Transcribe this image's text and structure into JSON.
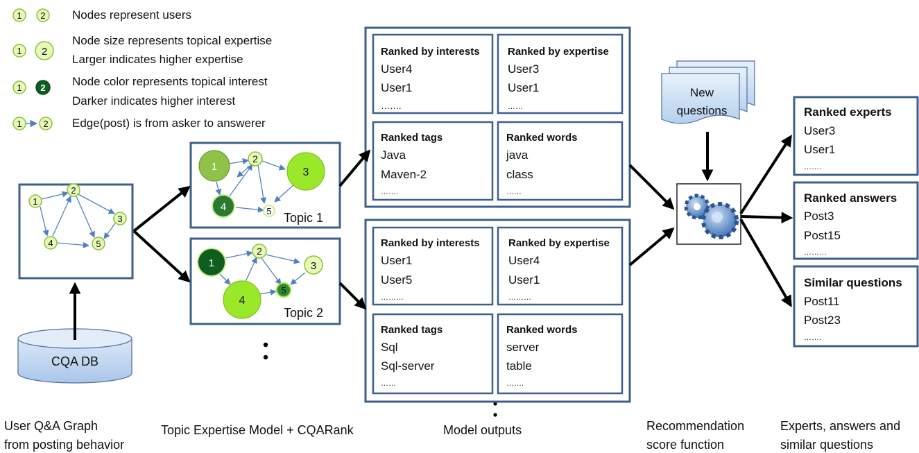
{
  "legend": {
    "items": [
      {
        "node_a": "1",
        "node_b": "2",
        "lines": [
          "Nodes represent users"
        ]
      },
      {
        "node_a": "1",
        "node_b": "2",
        "lines": [
          "Node size represents topical expertise",
          "Larger indicates higher expertise"
        ]
      },
      {
        "node_a": "1",
        "node_b": "2",
        "lines": [
          "Node color represents topical interest",
          "Darker indicates higher interest"
        ]
      },
      {
        "node_a": "1",
        "node_b": "2",
        "lines": [
          "Edge(post) is from asker to answerer"
        ]
      }
    ]
  },
  "graph": {
    "nodes": [
      "1",
      "2",
      "3",
      "4",
      "5"
    ]
  },
  "database": {
    "label": "CQA DB"
  },
  "topics": [
    {
      "label": "Topic 1",
      "nodes": [
        "1",
        "2",
        "3",
        "4",
        "5"
      ]
    },
    {
      "label": "Topic 2",
      "nodes": [
        "1",
        "2",
        "3",
        "4",
        "5"
      ]
    }
  ],
  "model_outputs": [
    {
      "cells": [
        {
          "title": "Ranked by interests",
          "items": [
            "User4",
            "User1"
          ],
          "more": "……."
        },
        {
          "title": "Ranked by expertise",
          "items": [
            "User3",
            "User1"
          ],
          "more": "……"
        },
        {
          "title": "Ranked  tags",
          "items": [
            "Java",
            "Maven-2"
          ],
          "more": "……."
        },
        {
          "title": "Ranked words",
          "items": [
            "java",
            "class"
          ],
          "more": "……"
        }
      ]
    },
    {
      "cells": [
        {
          "title": "Ranked by interests",
          "items": [
            "User1",
            "User5"
          ],
          "more": "………"
        },
        {
          "title": "Ranked by expertise",
          "items": [
            "User4",
            "User1"
          ],
          "more": "………"
        },
        {
          "title": "Ranked  tags",
          "items": [
            "Sql",
            "Sql-server"
          ],
          "more": "……"
        },
        {
          "title": "Ranked words",
          "items": [
            "server",
            "table"
          ],
          "more": "……."
        }
      ]
    }
  ],
  "new_questions": {
    "lines": [
      "New",
      "questions"
    ]
  },
  "results": [
    {
      "title": "Ranked experts",
      "items": [
        "User3",
        "User1"
      ],
      "more": "……."
    },
    {
      "title": "Ranked answers",
      "items": [
        "Post3",
        "Post15"
      ],
      "more": "………"
    },
    {
      "title": "Similar questions",
      "items": [
        "Post11",
        "Post23"
      ],
      "more": "……."
    }
  ],
  "captions": {
    "graph": [
      "User Q&A Graph",
      "from posting behavior"
    ],
    "model": "Topic Expertise Model + CQARank",
    "outputs": "Model outputs",
    "score": [
      "Recommendation",
      "score function"
    ],
    "results": [
      "Experts, answers and",
      "similar questions"
    ]
  },
  "colors": {
    "frame": "#3d5f8a",
    "edge": "#4f81bd",
    "node_light": "#e6f9b8",
    "node_bright": "#9be82a",
    "node_mid": "#8fc247",
    "node_dark": "#2c7a32",
    "node_darkest": "#0f5e1f",
    "node_stroke": "#8fbf3a"
  }
}
